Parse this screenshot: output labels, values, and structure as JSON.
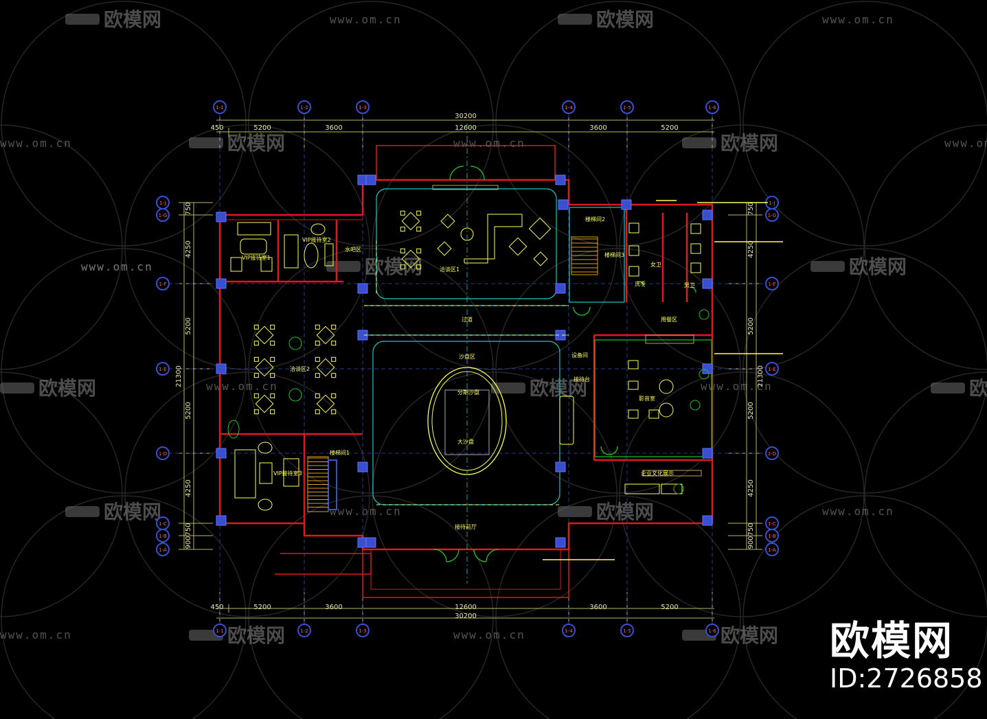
{
  "colors": {
    "background": "#000000",
    "wall": "#e0191e",
    "column": "#4a5bd6",
    "furniture": "#ffff55",
    "dimension": "#b8b860",
    "axis_bubble": "#3a4fd0",
    "axis_text": "#ff5050",
    "cyan": "#19c9c9",
    "green": "#21c321",
    "watermark": "#7a7a7a"
  },
  "watermark": {
    "logo_text": "欧模网",
    "url_text": "www.om.cn"
  },
  "brand": {
    "name": "欧模网",
    "id_text": "ID:2726858"
  },
  "axes": {
    "top": [
      "1-1",
      "1-2",
      "1-3",
      "1-4",
      "1-5",
      "1-6"
    ],
    "bottom": [
      "1-1",
      "1-2",
      "1-3",
      "1-4",
      "1-5",
      "1-6"
    ],
    "left": [
      "1-J",
      "1-G",
      "1-F",
      "1-E",
      "1-D",
      "1-C",
      "1-B",
      "1-A"
    ],
    "right": [
      "1-J",
      "1-G",
      "1-F",
      "1-E",
      "1-D",
      "1-C",
      "1-B",
      "1-A"
    ]
  },
  "dimensions": {
    "top_total": "30200",
    "top_segments": [
      "450",
      "5200",
      "3600",
      "12600",
      "3600",
      "5200"
    ],
    "bottom_segments": [
      "450",
      "5200",
      "3600",
      "12600",
      "3600",
      "5200"
    ],
    "bottom_total": "30200",
    "left_total": "21300",
    "left_segments": [
      "750",
      "4250",
      "5200",
      "5200",
      "4250",
      "750",
      "900"
    ],
    "right_total": "21300",
    "right_segments": [
      "750",
      "4250",
      "5200",
      "5200",
      "4250",
      "750",
      "900"
    ]
  },
  "rooms": {
    "vip1": "VIP接待室1",
    "vip2": "VIP接待室2",
    "vip3": "VIP接待室3",
    "water_bar": "水吧区",
    "negotiation1": "洽谈区1",
    "negotiation2": "洽谈区2",
    "aisle": "过道",
    "sand_table": "沙盘区",
    "model": "分期沙盘",
    "big_model": "大沙盘",
    "reception_hall": "接待前厅",
    "stair1": "楼梯间1",
    "stair2": "楼梯间2",
    "stair3": "楼梯间3",
    "toilet": "女卫",
    "male_toilet": "男卫",
    "sink": "洗手",
    "dining": "用餐区",
    "equipment": "设备间",
    "reception_desk": "接待台",
    "av_room": "影音室",
    "culture": "企业文化展示"
  }
}
